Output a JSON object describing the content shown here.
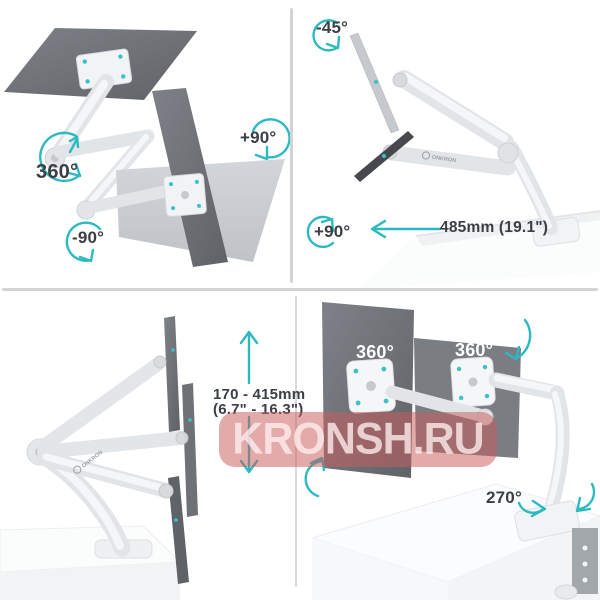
{
  "colors": {
    "accent_teal": "#2cb9c1",
    "panel_gray": "#6e7277",
    "watermark_red": "#c95c5c",
    "label_text": "#3a3f45"
  },
  "brand": {
    "logo_text": "ONKRON"
  },
  "watermark": {
    "text": "KRONSH.RU"
  },
  "quadrant_top_left": {
    "rotation": "360°",
    "tilt_up": "+90°",
    "tilt_down": "-90°"
  },
  "quadrant_top_right": {
    "tilt_back": "-45°",
    "pivot": "+90°",
    "arm_reach": "485mm (19.1\")"
  },
  "quadrant_bottom_left": {
    "height_range_mm": "170 - 415mm",
    "height_range_inch": "(6.7\" - 16.3\")"
  },
  "quadrant_bottom_right": {
    "vesa_rotation_left": "360°",
    "vesa_rotation_right": "360°",
    "base_swivel": "270°"
  }
}
